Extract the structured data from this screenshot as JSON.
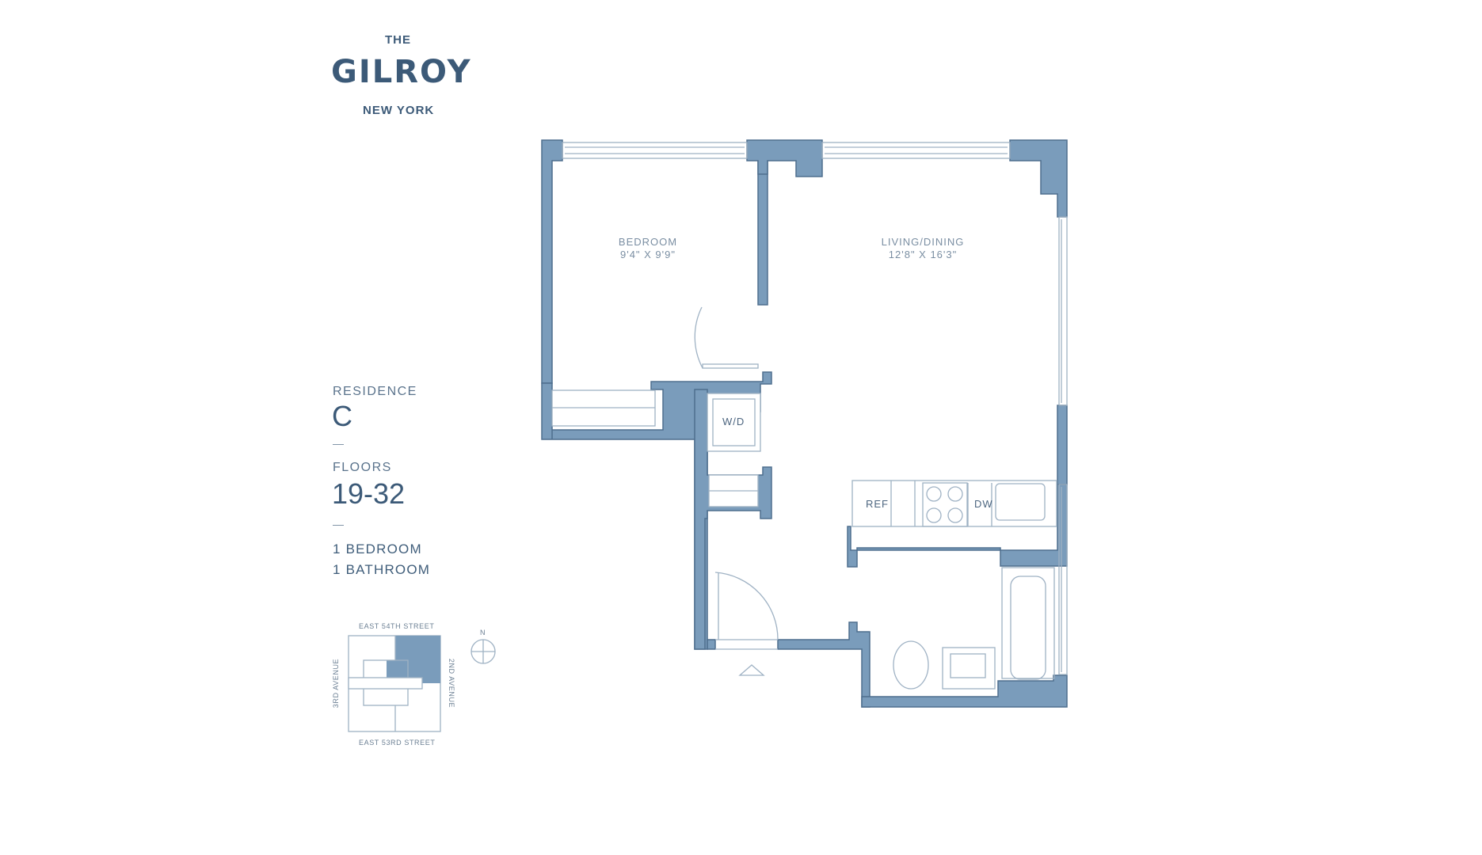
{
  "brand": {
    "prefix": "THE",
    "name": "GILROY",
    "city": "NEW YORK"
  },
  "residence": {
    "label": "RESIDENCE",
    "value": "C",
    "separator": "—",
    "floors_label": "FLOORS",
    "floors_value": "19-32",
    "bedrooms": "1 BEDROOM",
    "bathrooms": "1 BATHROOM"
  },
  "key_plan": {
    "north": "EAST 54TH STREET",
    "south": "EAST 53RD STREET",
    "west": "3RD AVENUE",
    "east": "2ND AVENUE",
    "compass_label": "N"
  },
  "floor_plan": {
    "rooms": [
      {
        "name": "BEDROOM",
        "dims": "9'4\" X 9'9\""
      },
      {
        "name": "LIVING/DINING",
        "dims": "12'8\" X 16'3\""
      }
    ],
    "appliances": {
      "washer_dryer": "W/D",
      "refrigerator": "REF",
      "dishwasher": "DW"
    },
    "colors": {
      "wall": "#7a9cbb",
      "wall_stroke": "#4e6e8e",
      "line": "#9fb2c4"
    }
  }
}
